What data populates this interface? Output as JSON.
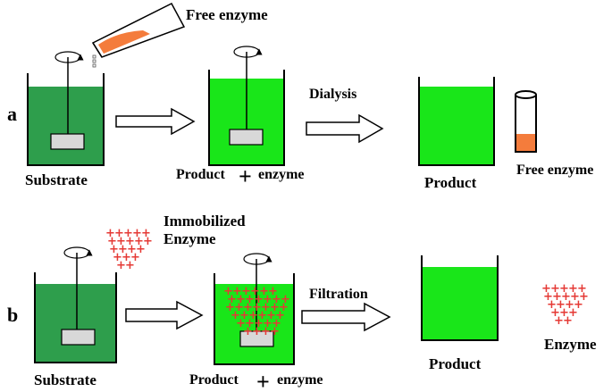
{
  "row_a": {
    "marker": "a",
    "free_enzyme_label": "Free enzyme",
    "substrate_label": "Substrate",
    "product_enzyme_label": "Product",
    "plus_sign": "+",
    "enzyme_word": "enzyme",
    "process_label": "Dialysis",
    "product_label": "Product",
    "free_enzyme_tube_label": "Free enzyme"
  },
  "row_b": {
    "marker": "b",
    "immobilized_line1": "Immobilized",
    "immobilized_line2": "Enzyme",
    "substrate_label": "Substrate",
    "product_enzyme_label": "Product",
    "plus_sign": "+",
    "enzyme_word": "enzyme",
    "process_label": "Filtration",
    "product_label": "Product",
    "enzyme_label": "Enzyme"
  },
  "colors": {
    "substrate_dark_green": "#2e9e4c",
    "product_bright_green": "#19e619",
    "enzyme_orange": "#f47c3c",
    "immobilized_red": "#e53935"
  }
}
